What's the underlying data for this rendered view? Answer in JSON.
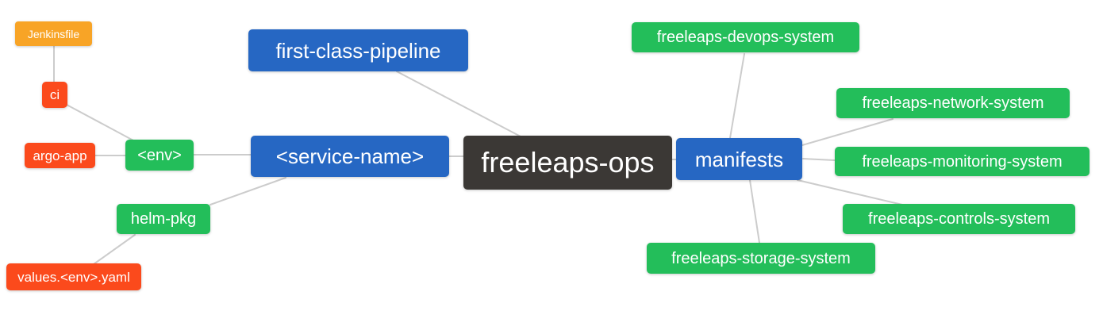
{
  "diagram": {
    "type": "mindmap",
    "root": "freeleaps-ops",
    "nodes": {
      "root": {
        "label": "freeleaps-ops"
      },
      "first_class_pipeline": {
        "label": "first-class-pipeline"
      },
      "service_name": {
        "label": "<service-name>"
      },
      "env": {
        "label": "<env>"
      },
      "ci": {
        "label": "ci"
      },
      "jenkinsfile": {
        "label": "Jenkinsfile"
      },
      "argo_app": {
        "label": "argo-app"
      },
      "helm_pkg": {
        "label": "helm-pkg"
      },
      "values_env_yaml": {
        "label": "values.<env>.yaml"
      },
      "manifests": {
        "label": "manifests"
      },
      "devops_system": {
        "label": "freeleaps-devops-system"
      },
      "network_system": {
        "label": "freeleaps-network-system"
      },
      "monitoring_system": {
        "label": "freeleaps-monitoring-system"
      },
      "controls_system": {
        "label": "freeleaps-controls-system"
      },
      "storage_system": {
        "label": "freeleaps-storage-system"
      }
    },
    "edges": [
      [
        "jenkinsfile",
        "ci"
      ],
      [
        "ci",
        "env"
      ],
      [
        "argo_app",
        "env"
      ],
      [
        "env",
        "service_name"
      ],
      [
        "helm_pkg",
        "service_name"
      ],
      [
        "values_env_yaml",
        "helm_pkg"
      ],
      [
        "service_name",
        "root"
      ],
      [
        "first_class_pipeline",
        "root"
      ],
      [
        "root",
        "manifests"
      ],
      [
        "manifests",
        "devops_system"
      ],
      [
        "manifests",
        "network_system"
      ],
      [
        "manifests",
        "monitoring_system"
      ],
      [
        "manifests",
        "controls_system"
      ],
      [
        "manifests",
        "storage_system"
      ]
    ],
    "colors": {
      "root_node": "#3B3835",
      "level1_blue": "#2667C3",
      "level2_green": "#23BE5A",
      "level3_red": "#FB4A1C",
      "level4_orange": "#F8A426",
      "edge_line": "#CCCCCC",
      "node_text": "#FFFFFF",
      "background": "#FFFFFF"
    }
  }
}
